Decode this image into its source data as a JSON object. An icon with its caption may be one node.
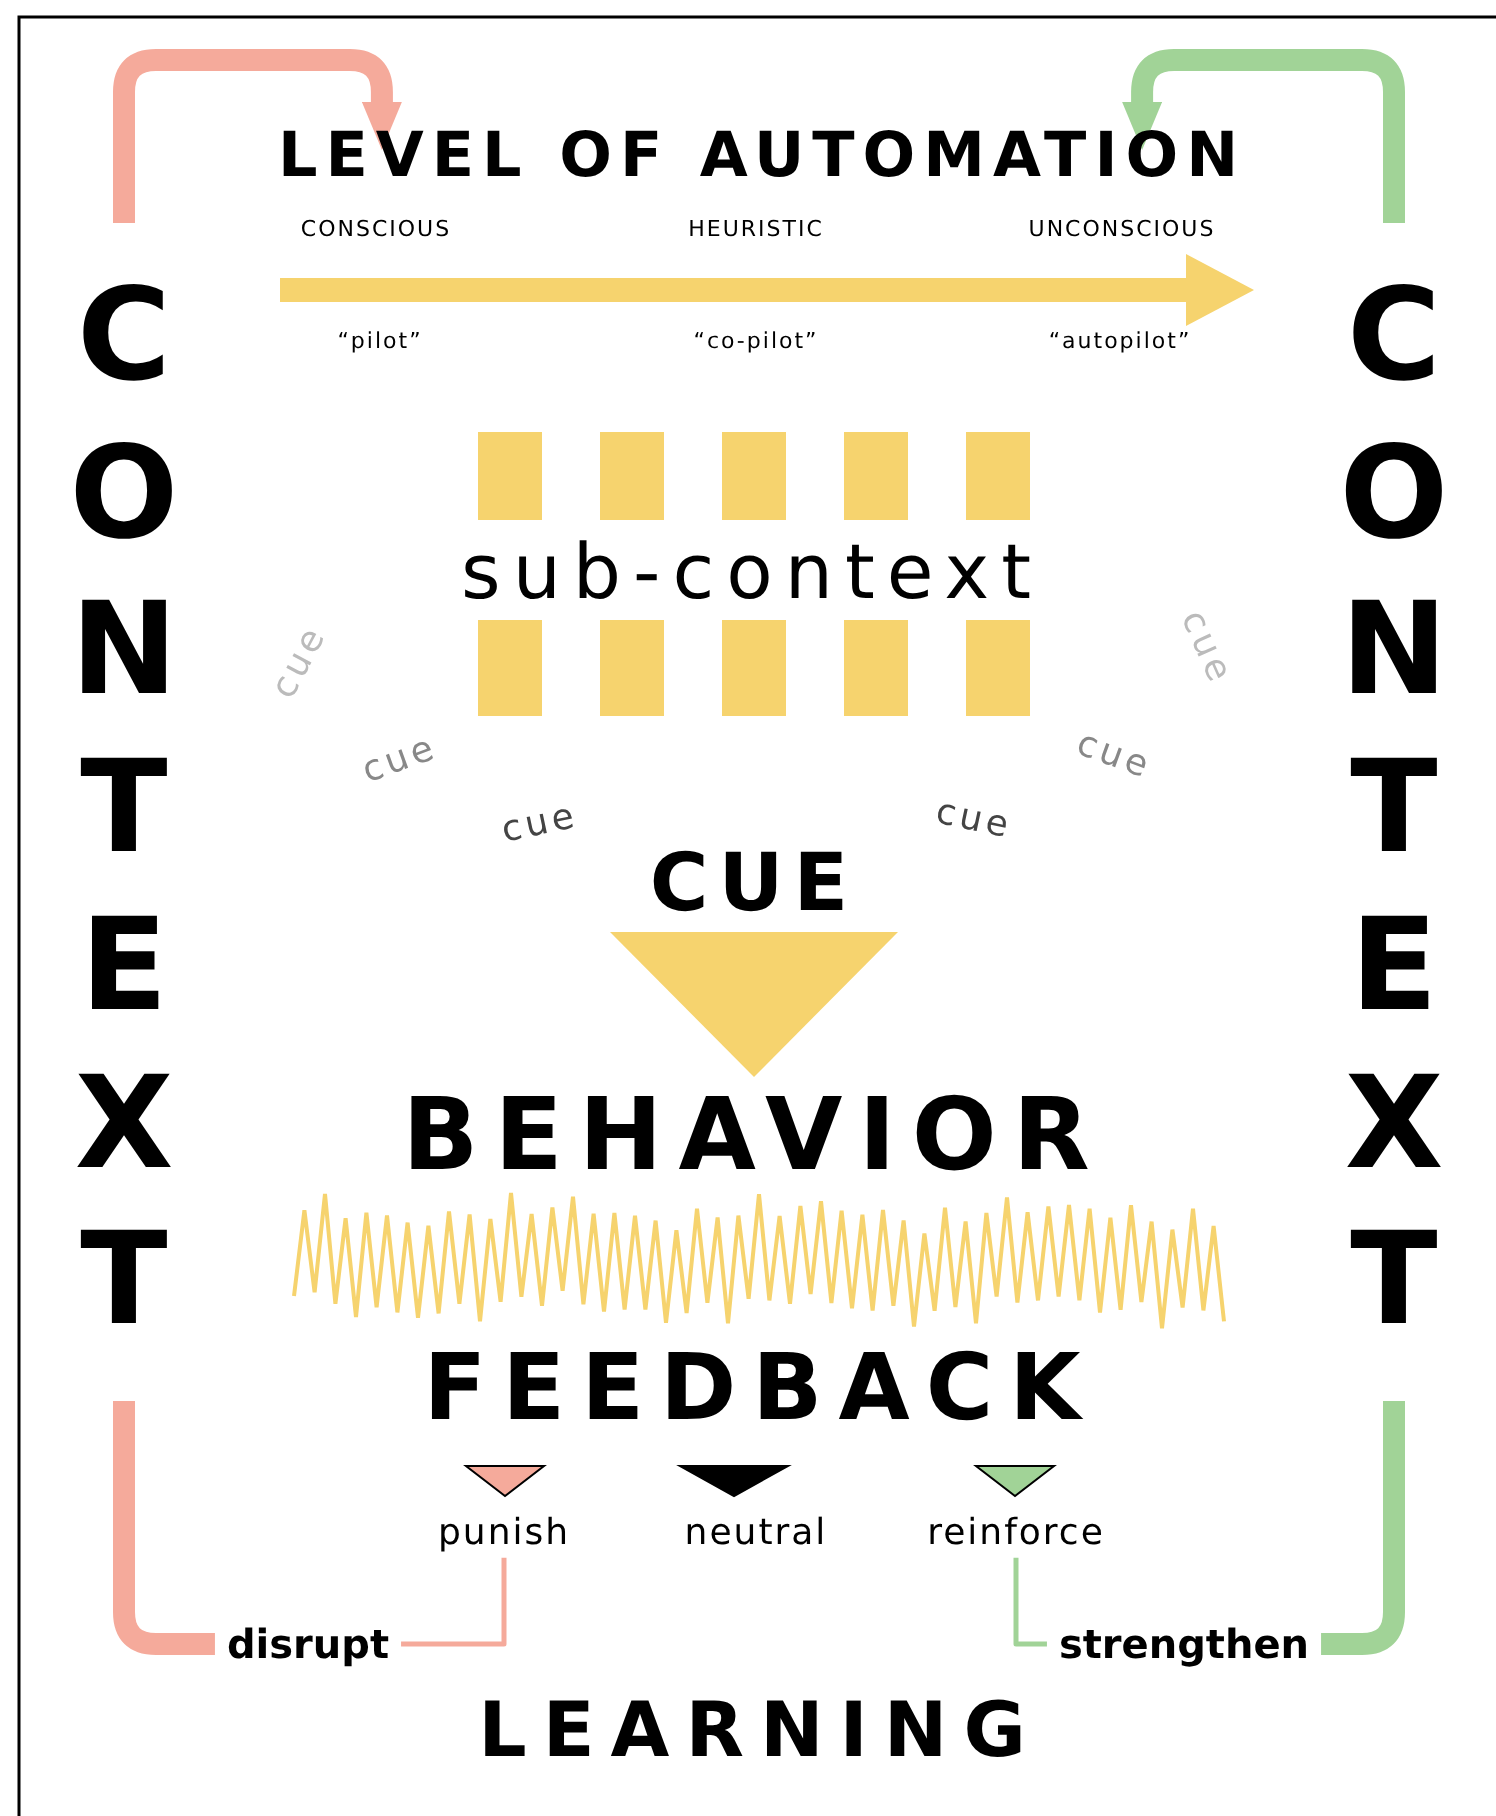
{
  "diagram": {
    "nodes": [
      {
        "text": [
          "CONTEXT"
        ]
      },
      {
        "text": [
          "CONTEXT"
        ]
      },
      {
        "text": [
          "LEVEL OF AUTOMATION"
        ]
      },
      {
        "text": [
          "CUE"
        ]
      },
      {
        "text": [
          "BEHAVIOR"
        ]
      },
      {
        "text": [
          "punish"
        ]
      },
      {
        "text": [
          "reinforce"
        ]
      },
      {
        "text": [
          "disrupt"
        ]
      },
      {
        "text": [
          "strengthen"
        ]
      }
    ],
    "edges": [
      {
        "from": 0,
        "to": 2,
        "arrow": "to",
        "color": "#f5aa9b"
      },
      {
        "from": 7,
        "to": 0,
        "arrow": "none",
        "color": "#f5aa9b"
      },
      {
        "from": 5,
        "to": 7,
        "arrow": "none",
        "color": "#f5aa9b"
      },
      {
        "from": 1,
        "to": 2,
        "arrow": "to",
        "color": "#a1d397"
      },
      {
        "from": 8,
        "to": 1,
        "arrow": "none",
        "color": "#a1d397"
      },
      {
        "from": 6,
        "to": 8,
        "arrow": "none",
        "color": "#a1d397"
      },
      {
        "from": 3,
        "to": 4,
        "arrow": "to",
        "color": "#f6d36e"
      }
    ],
    "labels": [
      "CONSCIOUS",
      "HEURISTIC",
      "UNCONSCIOUS",
      "“pilot”",
      "“co-pilot”",
      "“autopilot”",
      "sub-context",
      "cue",
      "cue",
      "cue",
      "cue",
      "cue",
      "cue",
      "FEEDBACK",
      "neutral",
      "LEARNING"
    ]
  }
}
